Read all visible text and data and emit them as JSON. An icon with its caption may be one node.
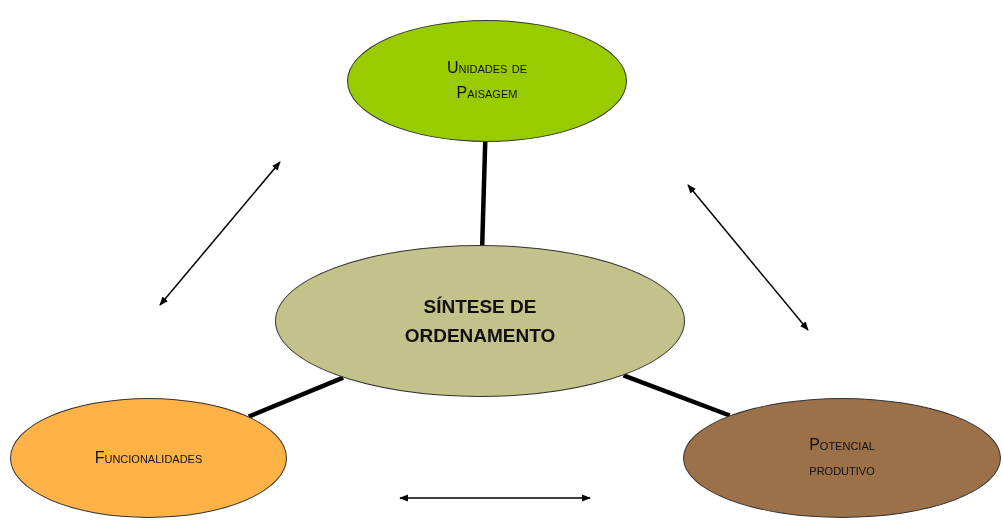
{
  "diagram": {
    "nodes": [
      {
        "text": [
          "Unidades de Paisagem"
        ]
      },
      {
        "text": [
          "SÍNTESE DE ORDENAMENTO"
        ]
      },
      {
        "text": [
          "Funcionalidades"
        ]
      },
      {
        "text": [
          "Potencial produtivo"
        ]
      }
    ],
    "edges": [
      {
        "from": 1,
        "to": 0,
        "arrow": "none"
      },
      {
        "from": 1,
        "to": 2,
        "arrow": "none"
      },
      {
        "from": 1,
        "to": 3,
        "arrow": "none"
      }
    ]
  }
}
